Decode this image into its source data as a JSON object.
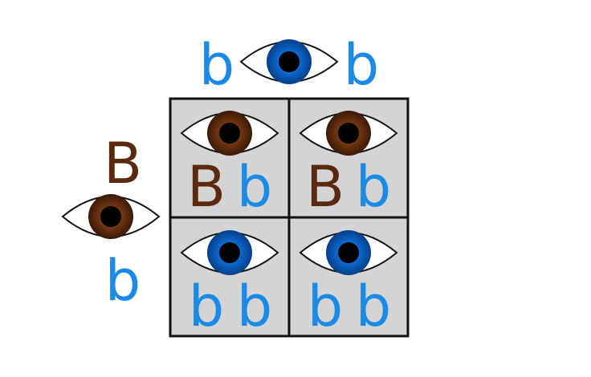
{
  "colors": {
    "brown": "#5a2a10",
    "brown_iris": "#6b3410",
    "blue": "#1a8ae6",
    "blue_iris": "#0a64c8",
    "cell_fill": "#d4d4d4",
    "grid_stroke": "#111111"
  },
  "parent_top": {
    "alleles": [
      "b",
      "b"
    ],
    "eye": "blue"
  },
  "parent_left": {
    "alleles": [
      "B",
      "b"
    ],
    "eye": "brown"
  },
  "cells": [
    {
      "alleles": [
        "B",
        "b"
      ],
      "eye": "brown"
    },
    {
      "alleles": [
        "B",
        "b"
      ],
      "eye": "brown"
    },
    {
      "alleles": [
        "b",
        "b"
      ],
      "eye": "blue"
    },
    {
      "alleles": [
        "b",
        "b"
      ],
      "eye": "blue"
    }
  ]
}
